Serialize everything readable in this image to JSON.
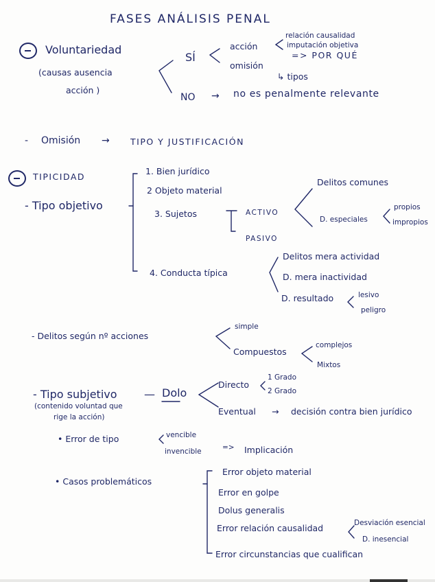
{
  "title": "FASES ANÁLISIS PENAL",
  "voluntariedad": {
    "heading": "Voluntariedad",
    "note_1": "(causas ausencia",
    "note_2": "acción )",
    "si": "SÍ",
    "accion": "acción",
    "accion_items": [
      "relación causalidad",
      "imputación objetiva"
    ],
    "por_que": "=> POR QUÉ",
    "omision": "omisión",
    "omision_arrow": "↳ tipos",
    "no": "NO",
    "no_arrow": "→",
    "no_result": "no es penalmente relevante"
  },
  "omision_line": {
    "dash": "-",
    "label": "Omisión",
    "arrow": "→",
    "result": "TIPO Y JUSTIFICACIÓN"
  },
  "tipicidad": {
    "heading": "TIPICIDAD",
    "tipo_objetivo": "- Tipo objetivo",
    "items": [
      "1. Bien jurídico",
      "2  Objeto material",
      "3. Sujetos",
      "4. Conducta típica"
    ],
    "sujetos": {
      "activo": "ACTIVO",
      "pasivo": "PASIVO",
      "activo_children": [
        "Delitos comunes",
        "D. especiales"
      ],
      "especiales_children": [
        "propios",
        "impropios"
      ]
    },
    "conducta": {
      "children": [
        "Delitos mera actividad",
        "D. mera inactividad",
        "D. resultado"
      ],
      "resultado_children": [
        "lesivo",
        "peligro"
      ]
    },
    "acciones": {
      "label": "- Delitos según nº acciones",
      "children": [
        "simple",
        "Compuestos"
      ],
      "compuestos_children": [
        "complejos",
        "Mixtos"
      ]
    },
    "tipo_subjetivo": {
      "label": "- Tipo subjetivo",
      "dash": "—",
      "dolo": "Dolo",
      "note_1": "(contenido voluntad que",
      "note_2": "rige la acción)",
      "directo": "Directo",
      "grados": [
        "1 Grado",
        "2 Grado"
      ],
      "eventual": "Eventual",
      "eventual_arrow": "→",
      "eventual_result": "decisión contra bien jurídico"
    },
    "error_tipo": {
      "label": "• Error de tipo",
      "children": [
        "vencible",
        "invencible"
      ],
      "arrow": "=>",
      "result": "Implicación"
    },
    "casos": {
      "label": "• Casos problemáticos",
      "items": [
        "Error objeto material",
        "Error en golpe",
        "Dolus generalis",
        "Error relación causalidad",
        "Error circunstancias que cualifican"
      ],
      "causalidad_children": [
        "Desviación esencial",
        "D. inesencial"
      ]
    }
  },
  "colors": {
    "ink": "#1f2766",
    "paper": "#fdfdfc"
  }
}
